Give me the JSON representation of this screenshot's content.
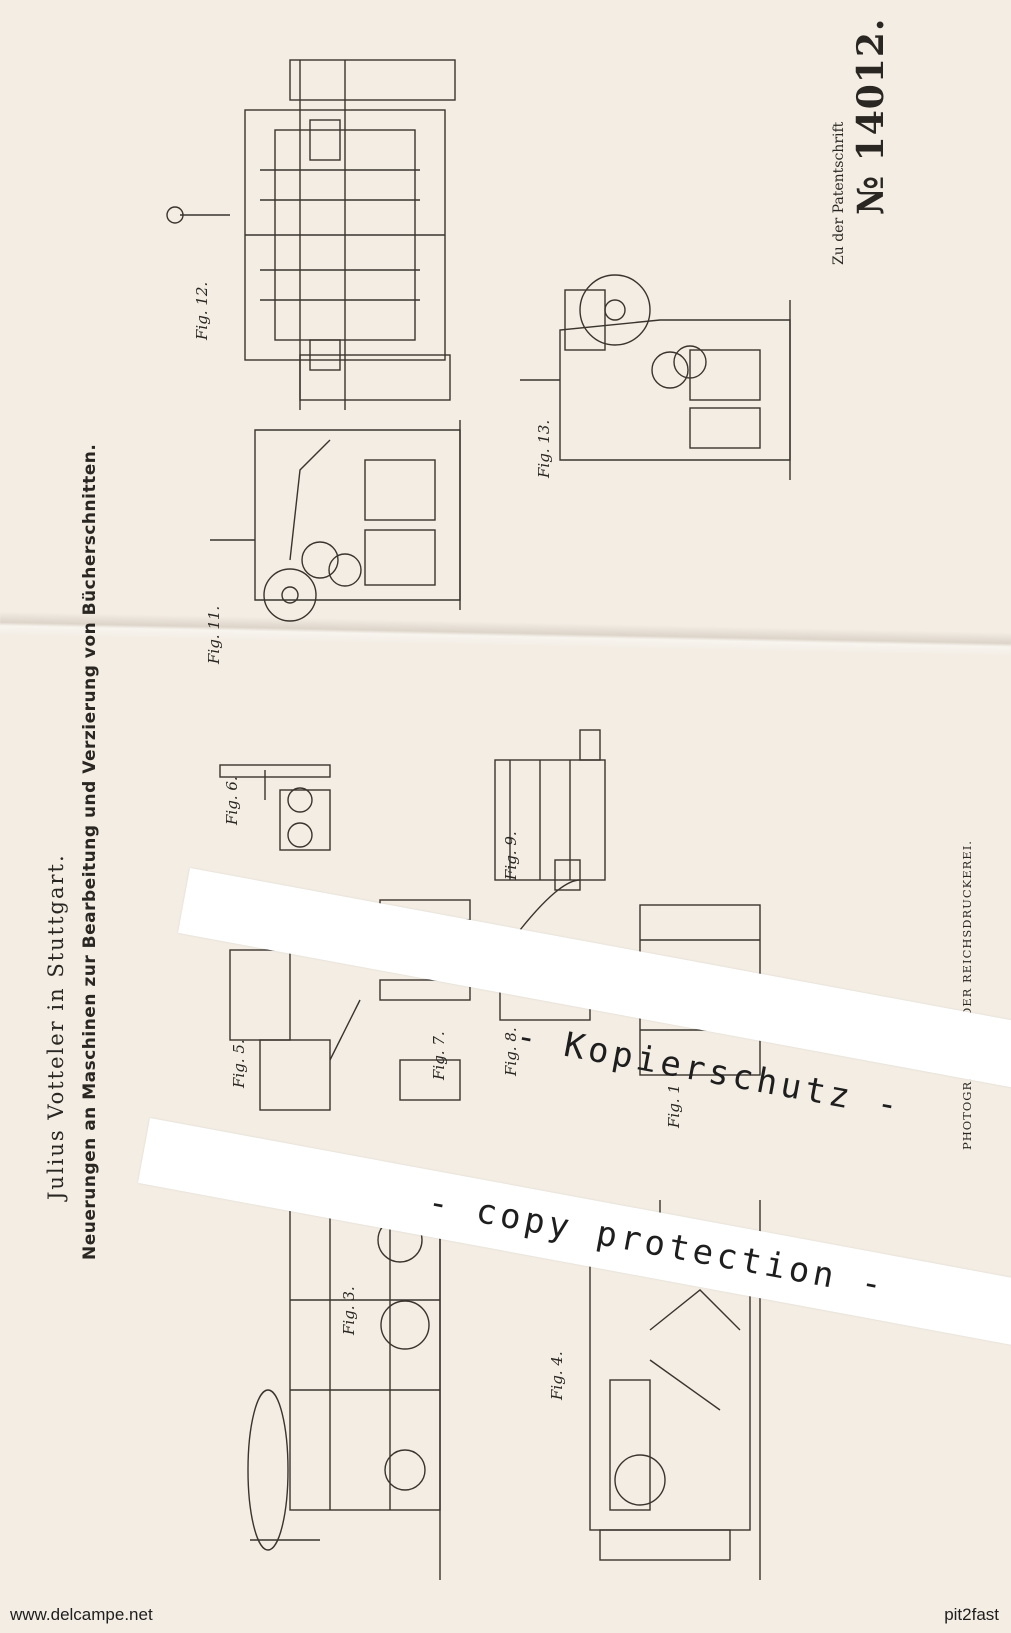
{
  "document": {
    "author": "Julius Votteler in Stuttgart.",
    "title": "Neuerungen an Maschinen zur Bearbeitung und Verzierung von Bücherschnitten.",
    "annex": "Zu der Patentschrift",
    "patent_number": "№ 14012.",
    "printer": "PHOTOGR. DRUCK DER REICHSDRUCKEREI."
  },
  "figures": [
    "Fig. 3.",
    "Fig. 4.",
    "Fig. 5.",
    "Fig. 6.",
    "Fig. 7.",
    "Fig. 8.",
    "Fig. 9.",
    "Fig. 1",
    "Fig. 11.",
    "Fig. 12.",
    "Fig. 13."
  ],
  "watermarks": {
    "line1": "- Kopierschutz -",
    "line2": "- copy protection -"
  },
  "footer": {
    "left": "www.delcampe.net",
    "right": "pit2fast"
  }
}
